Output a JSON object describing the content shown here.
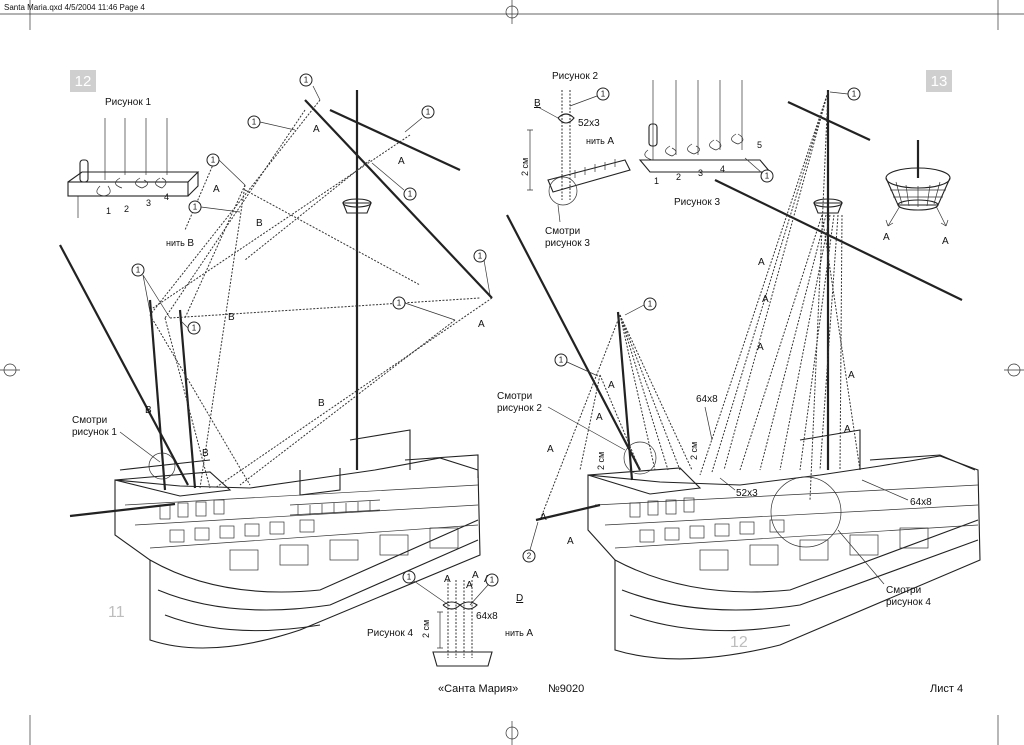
{
  "header": {
    "text": "Santa Maria.qxd  4/5/2004  11:46  Page 4"
  },
  "left_page": {
    "step_badge": "12",
    "page_number": "11",
    "figure1": {
      "title": "Рисунок 1",
      "items": [
        "1",
        "2",
        "3",
        "4"
      ]
    },
    "figure4": {
      "title": "Рисунок 4",
      "size": "64x8",
      "height": "2 см",
      "thread": "нить",
      "thread_label": "A",
      "letter": "D"
    },
    "see_figure1": [
      "Смотри",
      "рисунок 1"
    ],
    "thread_b": "нить",
    "thread_b_label": "B",
    "callouts": [
      "1",
      "1",
      "1",
      "1",
      "1",
      "1",
      "1",
      "1",
      "1",
      "1"
    ],
    "letters": [
      "A",
      "A",
      "A",
      "A",
      "B",
      "B",
      "B",
      "B",
      "B",
      "A",
      "A"
    ]
  },
  "right_page": {
    "step_badge": "13",
    "page_number": "12",
    "figure2": {
      "title": "Рисунок 2",
      "size": "52x3",
      "height": "2 см",
      "thread": "нить",
      "thread_label": "A",
      "letter": "B"
    },
    "see_figure3": [
      "Смотри",
      "рисунок 3"
    ],
    "figure3": {
      "title": "Рисунок 3",
      "items": [
        "1",
        "2",
        "3",
        "4",
        "5"
      ]
    },
    "see_figure2": [
      "Смотри",
      "рисунок 2"
    ],
    "see_figure4": [
      "Смотри",
      "рисунок 4"
    ],
    "sizes": [
      "64x8",
      "52x3",
      "64x8"
    ],
    "height_mark": "2 см",
    "callouts": [
      "1",
      "1",
      "1",
      "1",
      "2"
    ],
    "letters": [
      "A",
      "A",
      "A",
      "A",
      "A",
      "A",
      "A",
      "A",
      "A",
      "A",
      "A",
      "A"
    ]
  },
  "footer": {
    "title": "«Санта Мария»",
    "number": "№9020",
    "sheet": "Лист 4"
  }
}
